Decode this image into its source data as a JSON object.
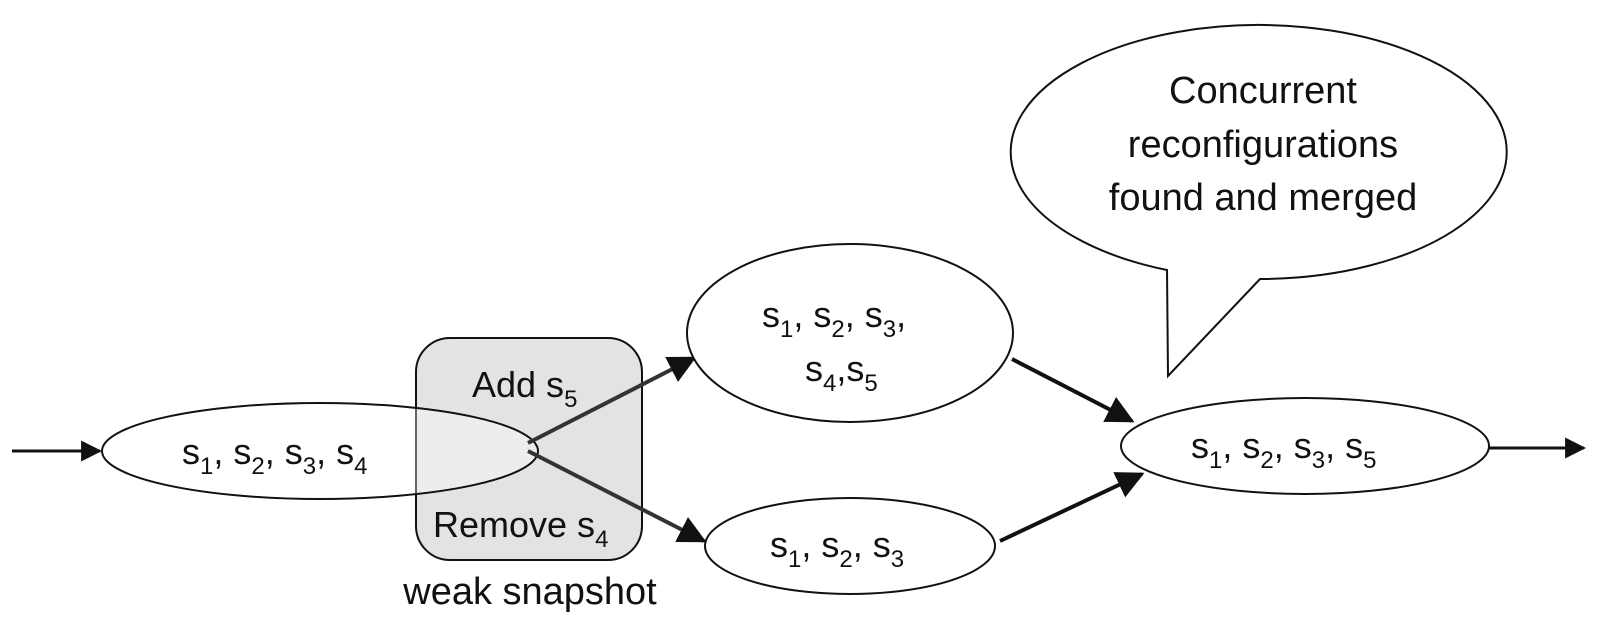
{
  "diagram": {
    "snapshot_box": {
      "top_label": {
        "main": "Add s",
        "sub": "5"
      },
      "bottom_label": {
        "main": "Remove s",
        "sub": "4"
      },
      "caption": "weak snapshot"
    },
    "nodes": {
      "initial": {
        "parts": [
          {
            "main": "s",
            "sub": "1"
          },
          {
            "main": ", s",
            "sub": "2"
          },
          {
            "main": ", s",
            "sub": "3"
          },
          {
            "main": ", s",
            "sub": "4"
          }
        ]
      },
      "upper": {
        "line1": [
          {
            "main": "s",
            "sub": "1"
          },
          {
            "main": ", s",
            "sub": "2"
          },
          {
            "main": ", s",
            "sub": "3"
          },
          {
            "main": ",",
            "sub": ""
          }
        ],
        "line2": [
          {
            "main": "s",
            "sub": "4"
          },
          {
            "main": ",s",
            "sub": "5"
          }
        ]
      },
      "lower": {
        "parts": [
          {
            "main": "s",
            "sub": "1"
          },
          {
            "main": ", s",
            "sub": "2"
          },
          {
            "main": ", s",
            "sub": "3"
          }
        ]
      },
      "merged": {
        "parts": [
          {
            "main": "s",
            "sub": "1"
          },
          {
            "main": ", s",
            "sub": "2"
          },
          {
            "main": ", s",
            "sub": "3"
          },
          {
            "main": ", s",
            "sub": "5"
          }
        ]
      }
    },
    "callout": {
      "lines": [
        "Concurrent",
        "reconfigurations",
        "found and merged"
      ]
    }
  }
}
